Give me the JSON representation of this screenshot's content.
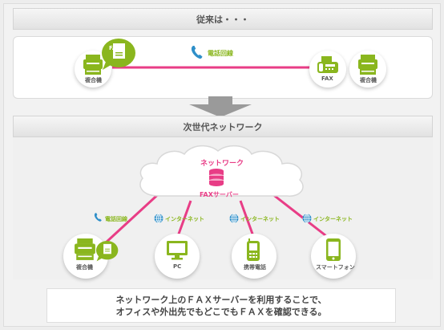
{
  "sections": {
    "old_title": "従来は・・・",
    "new_title": "次世代ネットワーク"
  },
  "old": {
    "line_label": "電話回線",
    "left_machine_label": "複合機",
    "bubble_label": "FAX",
    "fax_label": "FAX",
    "right_machine_label": "複合機"
  },
  "cloud": {
    "title": "ネットワーク",
    "server_label": "FAXサーバー"
  },
  "links": [
    {
      "label": "電話回線",
      "icon": "phone-icon"
    },
    {
      "label": "インターネット",
      "icon": "globe-icon"
    },
    {
      "label": "インターネット",
      "icon": "globe-icon"
    },
    {
      "label": "インターネット",
      "icon": "globe-icon"
    }
  ],
  "devices": [
    {
      "label": "複合機",
      "icon": "multifunction-printer-icon"
    },
    {
      "label": "PC",
      "icon": "pc-monitor-icon"
    },
    {
      "label": "携帯電話",
      "icon": "mobile-phone-icon"
    },
    {
      "label": "スマートフォン",
      "icon": "smartphone-icon"
    }
  ],
  "caption": {
    "line1": "ネットワーク上のＦＡＸサーバーを利用することで、",
    "line2": "オフィスや外出先でもどこでもＦＡＸを確認できる。"
  },
  "colors": {
    "green": "#8ab61e",
    "pink": "#e83d86",
    "blue": "#2e8fc9"
  }
}
